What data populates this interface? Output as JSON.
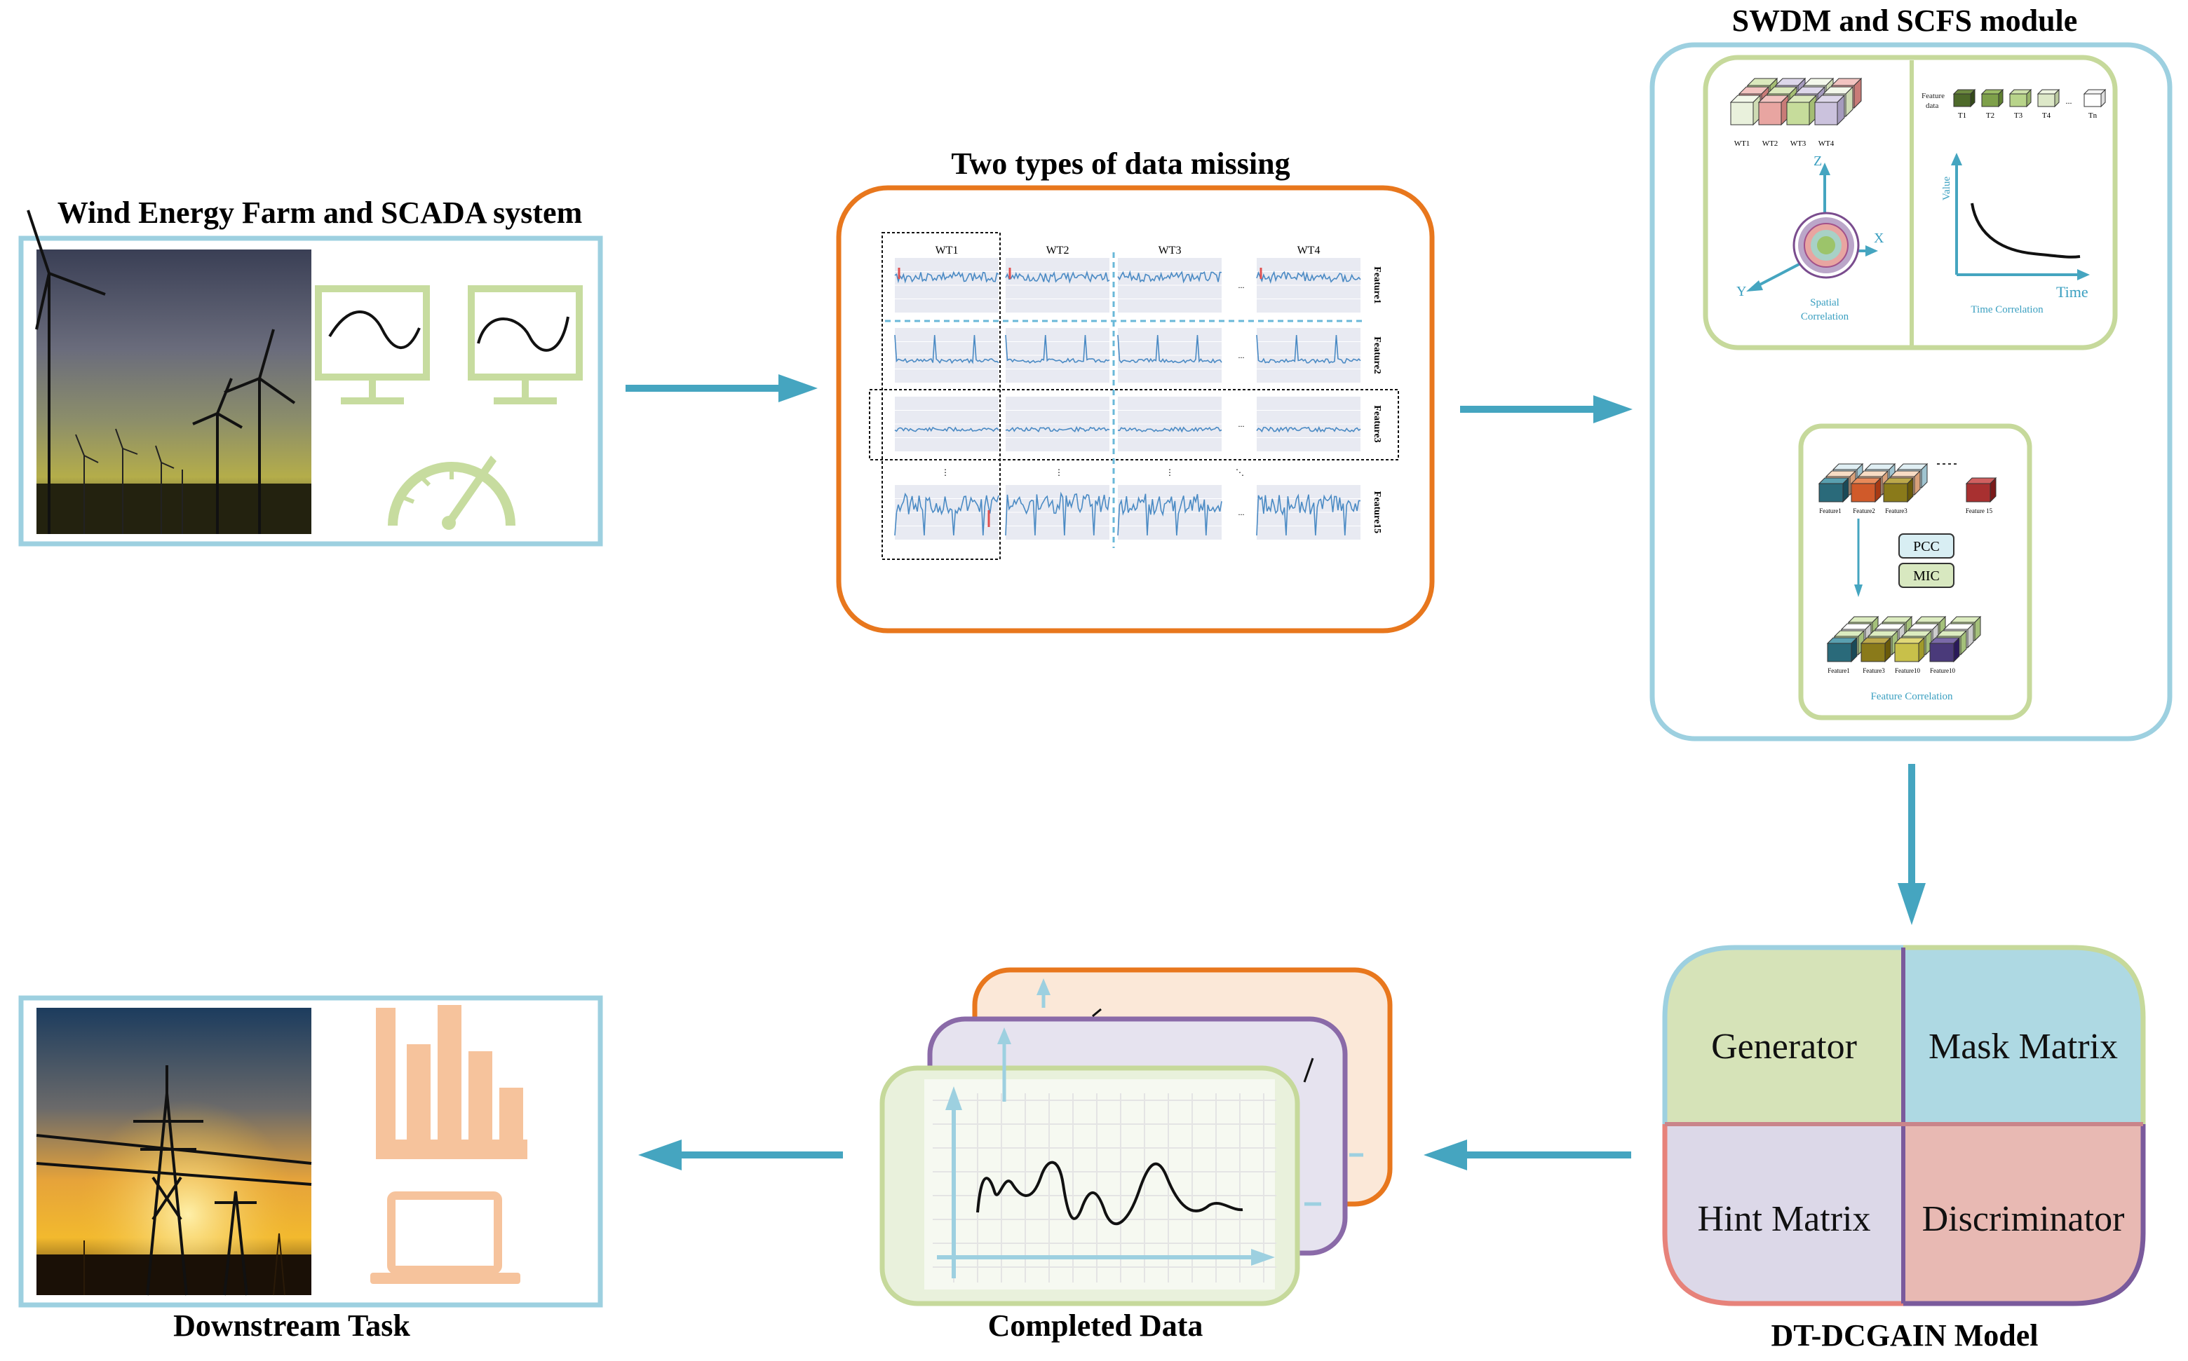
{
  "titles": {
    "wind_farm": "Wind Energy Farm and SCADA system",
    "missing": "Two types of data missing",
    "swdm": "SWDM and SCFS module",
    "dtdcgain": "DT-DCGAIN Model",
    "completed": "Completed Data",
    "downstream": "Downstream Task"
  },
  "missing_panel": {
    "columns": [
      "WT1",
      "WT2",
      "WT3",
      "WT4"
    ],
    "rows": [
      "Feature1",
      "Feature2",
      "Feature3",
      "Feature15"
    ],
    "ellipsis": "...",
    "vdots": "⋮",
    "ddots": "⋱"
  },
  "spatial": {
    "cubes": [
      "WT1",
      "WT2",
      "WT3",
      "WT4"
    ],
    "axis_x": "X",
    "axis_y": "Y",
    "axis_z": "Z",
    "label_line1": "Spatial",
    "label_line2": "Correlation"
  },
  "temporal": {
    "feature_label_line1": "Feature",
    "feature_label_line2": "data",
    "steps": [
      "T1",
      "T2",
      "T3",
      "T4",
      "Tn"
    ],
    "ellipsis": "...",
    "ylabel": "Value",
    "xlabel": "Time",
    "caption": "Time Correlation"
  },
  "feature_corr": {
    "top_labels": [
      "Feature1",
      "Feature2",
      "Feature3",
      "Feature 15"
    ],
    "pcc": "PCC",
    "mic": "MIC",
    "bottom_labels": [
      "Feature1",
      "Feature3",
      "Feature10",
      "Feature10"
    ],
    "caption": "Feature Correlation"
  },
  "model": {
    "generator": "Generator",
    "mask": "Mask Matrix",
    "hint": "Hint Matrix",
    "discriminator": "Discriminator"
  },
  "colors": {
    "frame_blue": "#9dd0e0",
    "frame_green": "#c6d99b",
    "frame_orange": "#e8771d",
    "arrow": "#45a5c0",
    "generator": "#d6e3b8",
    "mask": "#aed9e3",
    "hint": "#dcd8e8",
    "discriminator": "#e8b9b3",
    "icon_green": "#c7dc9f",
    "icon_orange": "#f6c39c"
  }
}
